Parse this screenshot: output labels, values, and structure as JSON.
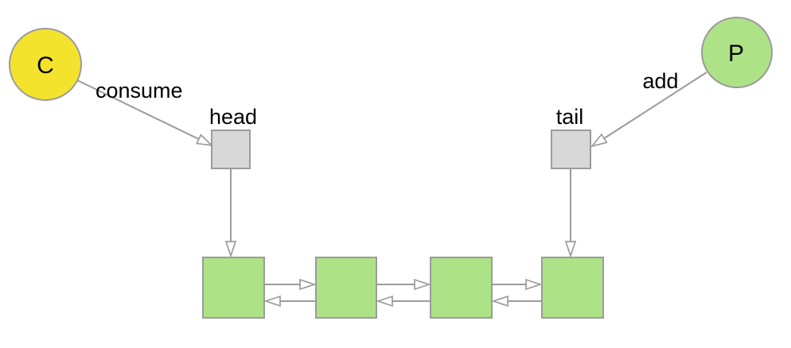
{
  "diagram": {
    "background": "#ffffff",
    "colors": {
      "consumer_fill": "#f3e32c",
      "producer_fill": "#aee287",
      "node_fill": "#aee287",
      "pointer_fill": "#d8d8d8",
      "stroke": "#9b9b9b",
      "arrowhead_fill": "#ffffff",
      "text": "#000000"
    },
    "actors": {
      "consumer": {
        "label": "C",
        "action": "consume"
      },
      "producer": {
        "label": "P",
        "action": "add"
      }
    },
    "pointers": {
      "head": {
        "label": "head"
      },
      "tail": {
        "label": "tail"
      }
    },
    "queue": {
      "node_count": 4
    }
  }
}
